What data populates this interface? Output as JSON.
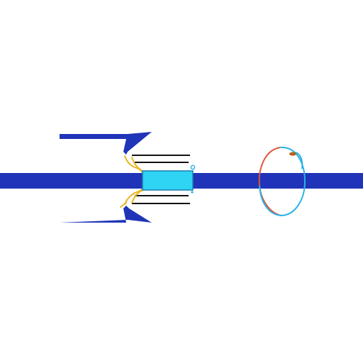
{
  "diagram": {
    "colors": {
      "background": "#ffffff",
      "main_beam": "#1f34b8",
      "arm": "#1f34b8",
      "component_fill": "#2fd3f3",
      "component_outline": "#1b7fb3",
      "wire": "#e8b620",
      "rail": "#111111",
      "loop_left": "#e0553b",
      "loop_right": "#2cb3e8",
      "loop_connector": "#b5651d"
    },
    "elements": [
      "main-beam",
      "upper-arm",
      "lower-arm",
      "upper-rail",
      "lower-rail",
      "center-component",
      "connector-wires",
      "ring-loop"
    ]
  }
}
